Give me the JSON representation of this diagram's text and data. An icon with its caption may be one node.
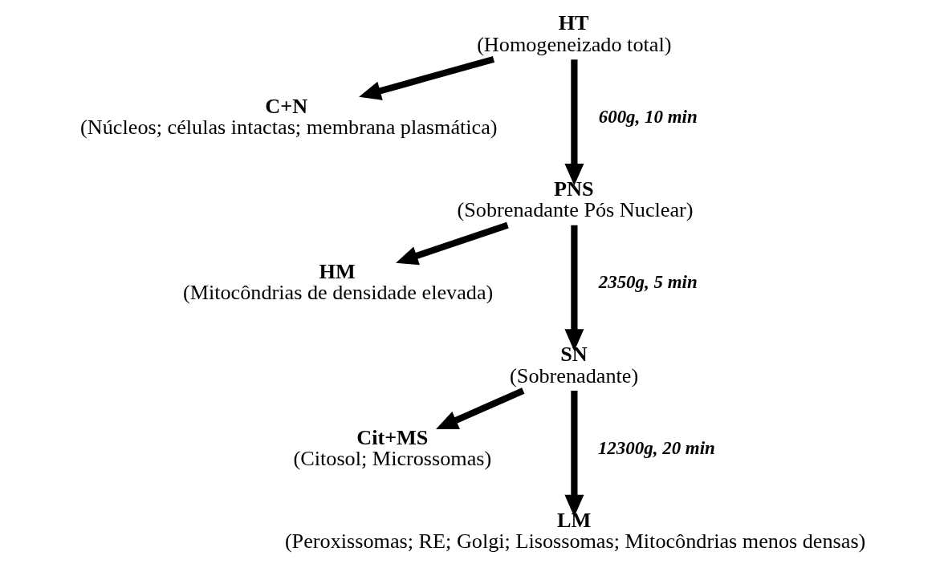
{
  "diagram": {
    "nodes": [
      {
        "text": [
          "HT",
          "(Homogeneizado total)"
        ]
      },
      {
        "text": [
          "C+N",
          "(Núcleos; células intactas; membrana plasmática)"
        ]
      },
      {
        "text": [
          "PNS",
          "(Sobrenadante Pós Nuclear)"
        ]
      },
      {
        "text": [
          "HM",
          "(Mitocôndrias de densidade elevada)"
        ]
      },
      {
        "text": [
          "SN",
          "(Sobrenadante)"
        ]
      },
      {
        "text": [
          "Cit+MS",
          "(Citosol; Microssomas)"
        ]
      },
      {
        "text": [
          "LM",
          "(Peroxissomas; RE; Golgi; Lisossomas; Mitocôndrias menos densas)"
        ]
      }
    ],
    "edges": [
      {
        "from": 0,
        "to": 2,
        "arrow": "to",
        "label": "600g, 10 min"
      },
      {
        "from": 0,
        "to": 1,
        "arrow": "to"
      },
      {
        "from": 2,
        "to": 4,
        "arrow": "to",
        "label": "2350g, 5 min"
      },
      {
        "from": 2,
        "to": 3,
        "arrow": "to"
      },
      {
        "from": 4,
        "to": 6,
        "arrow": "to",
        "label": "12300g, 20 min"
      },
      {
        "from": 4,
        "to": 5,
        "arrow": "to"
      }
    ]
  }
}
